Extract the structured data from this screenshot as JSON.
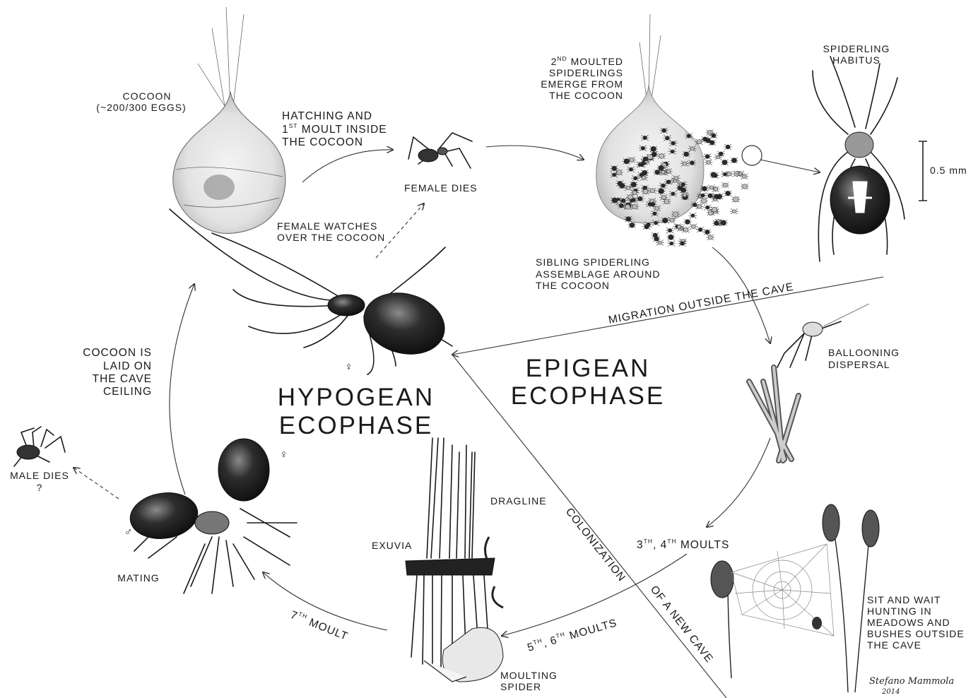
{
  "labels": {
    "cocoon": "COCOON",
    "cocoon_eggs": "(~200/300 EGGS)",
    "hatching_line1": "HATCHING AND",
    "hatching_line2_num": "1",
    "hatching_line2_sup": "ST",
    "hatching_line2_rest": " MOULT INSIDE",
    "hatching_line3": "THE COCOON",
    "female_dies": "FEMALE DIES",
    "female_watches_line1": "FEMALE WATCHES",
    "female_watches_line2": "OVER THE COCOON",
    "emerge_line1_num": "2",
    "emerge_line1_sup": "ND",
    "emerge_line1_rest": " MOULTED",
    "emerge_line2": "SPIDERLINGS",
    "emerge_line3": "EMERGE FROM",
    "emerge_line4": "THE COCOON",
    "habitus_line1": "SPIDERLING",
    "habitus_line2": "HABITUS",
    "scale": "0.5 mm",
    "sibling_line1": "SIBLING SPIDERLING",
    "sibling_line2": "ASSEMBLAGE AROUND",
    "sibling_line3": "THE COCOON",
    "migration": "MIGRATION OUTSIDE  THE CAVE",
    "ballooning_line1": "BALLOONING",
    "ballooning_line2": "DISPERSAL",
    "epigean_line1": "EPIGEAN",
    "epigean_line2": "ECOPHASE",
    "hypogean_line1": "HYPOGEAN",
    "hypogean_line2": "ECOPHASE",
    "cocoon_laid_line1": "COCOON IS",
    "cocoon_laid_line2": "LAID ON",
    "cocoon_laid_line3": "THE CAVE",
    "cocoon_laid_line4": "CEILING",
    "male_dies": "MALE DIES",
    "male_dies_q": "?",
    "mating": "MATING",
    "female_symbol": "♀",
    "male_symbol": "♂",
    "colonization_line1": "COLONIZATION",
    "colonization_line2": "OF A NEW CAVE",
    "dragline": "DRAGLINE",
    "exuvia": "EXUVIA",
    "moulting_line1": "MOULTING",
    "moulting_line2": "SPIDER",
    "moults34_a": "3",
    "moults34_sup1": "TH",
    "moults34_b": ", 4",
    "moults34_sup2": "TH",
    "moults34_c": " MOULTS",
    "moults56_a": "5",
    "moults56_sup1": "TH",
    "moults56_b": ", 6",
    "moults56_sup2": "TH",
    "moults56_c": " MOULTS",
    "moult7_a": "7",
    "moult7_sup": "TH",
    "moult7_b": " MOULT",
    "sit_wait_line1": "SIT AND WAIT",
    "sit_wait_line2": "HUNTING IN",
    "sit_wait_line3": "MEADOWS AND",
    "sit_wait_line4": "BUSHES OUTSIDE",
    "sit_wait_line5": "THE CAVE",
    "signature_name": "Stefano Mammola",
    "signature_year": "2014"
  }
}
